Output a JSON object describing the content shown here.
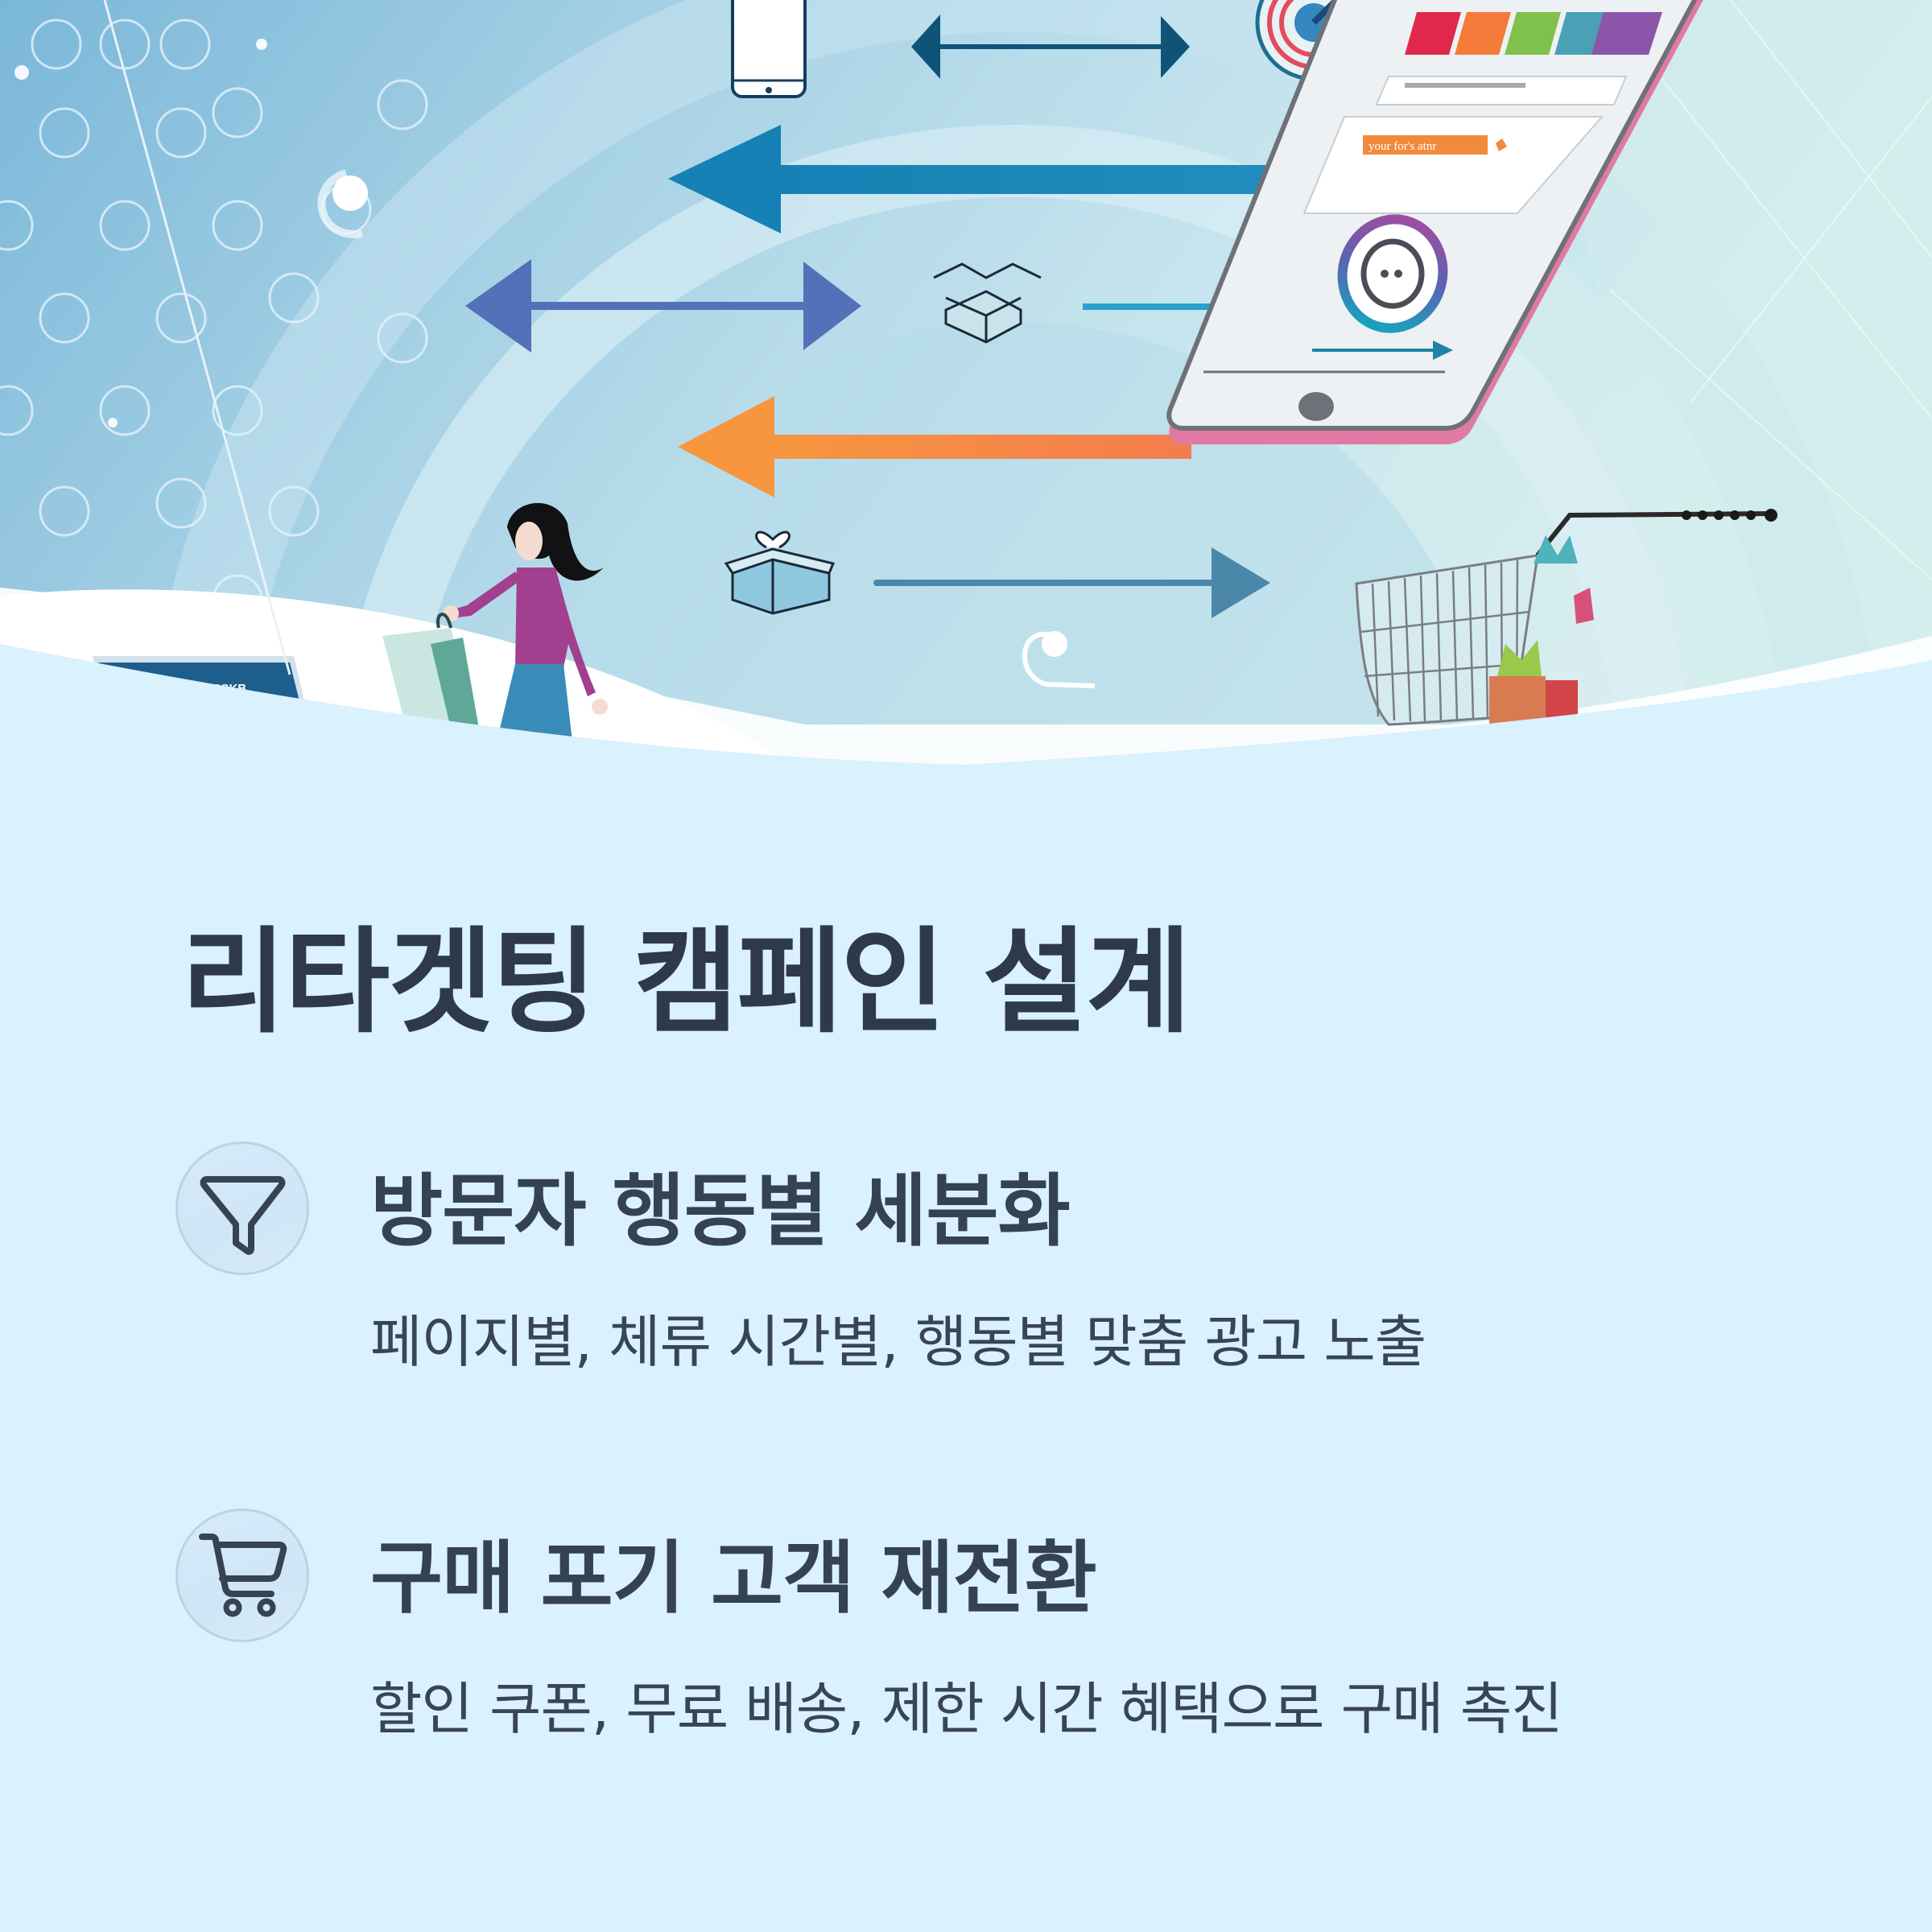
{
  "hero": {
    "illustration": "retargeting-campaign-illustration",
    "elements": [
      "phone-outline-icon",
      "double-arrow-icon",
      "target-icon",
      "smartphone-app-mockup",
      "left-arrow-blue",
      "double-arrow-purple",
      "open-box-icon",
      "right-arrow-teal",
      "left-arrow-orange",
      "woman-shopper-figure",
      "shopping-bag",
      "gift-box-icon",
      "right-arrow-steel",
      "shopping-cart-illustration",
      "laptop-screen"
    ],
    "phone_mockup_button_label": "your for's atnr",
    "colors": {
      "sky_dark": "#7cb9da",
      "sky_light": "#c7e6ef",
      "arrow_navy": "#0f5478",
      "arrow_blue": "#1c87b8",
      "arrow_purple": "#5470b8",
      "arrow_teal": "#28a2cb",
      "arrow_orange": "#f48a4a",
      "arrow_steel": "#4b87a8",
      "magenta": "#a24aa0"
    }
  },
  "title": "리타겟팅 캠페인 설계",
  "features": [
    {
      "icon": "funnel-icon",
      "title": "방문자 행동별 세분화",
      "description": "페이지별, 체류 시간별, 행동별 맞춤 광고 노출"
    },
    {
      "icon": "shopping-cart-icon",
      "title": "구매 포기 고객 재전환",
      "description": "할인 쿠폰, 무료 배송, 제한 시간 혜택으로 구매 촉진"
    }
  ],
  "colors": {
    "background": "#daf1fe",
    "title_text": "#2e3a4b",
    "body_text": "#374556",
    "icon_circle_border": "#bcd3e2",
    "icon_stroke": "#364353"
  }
}
